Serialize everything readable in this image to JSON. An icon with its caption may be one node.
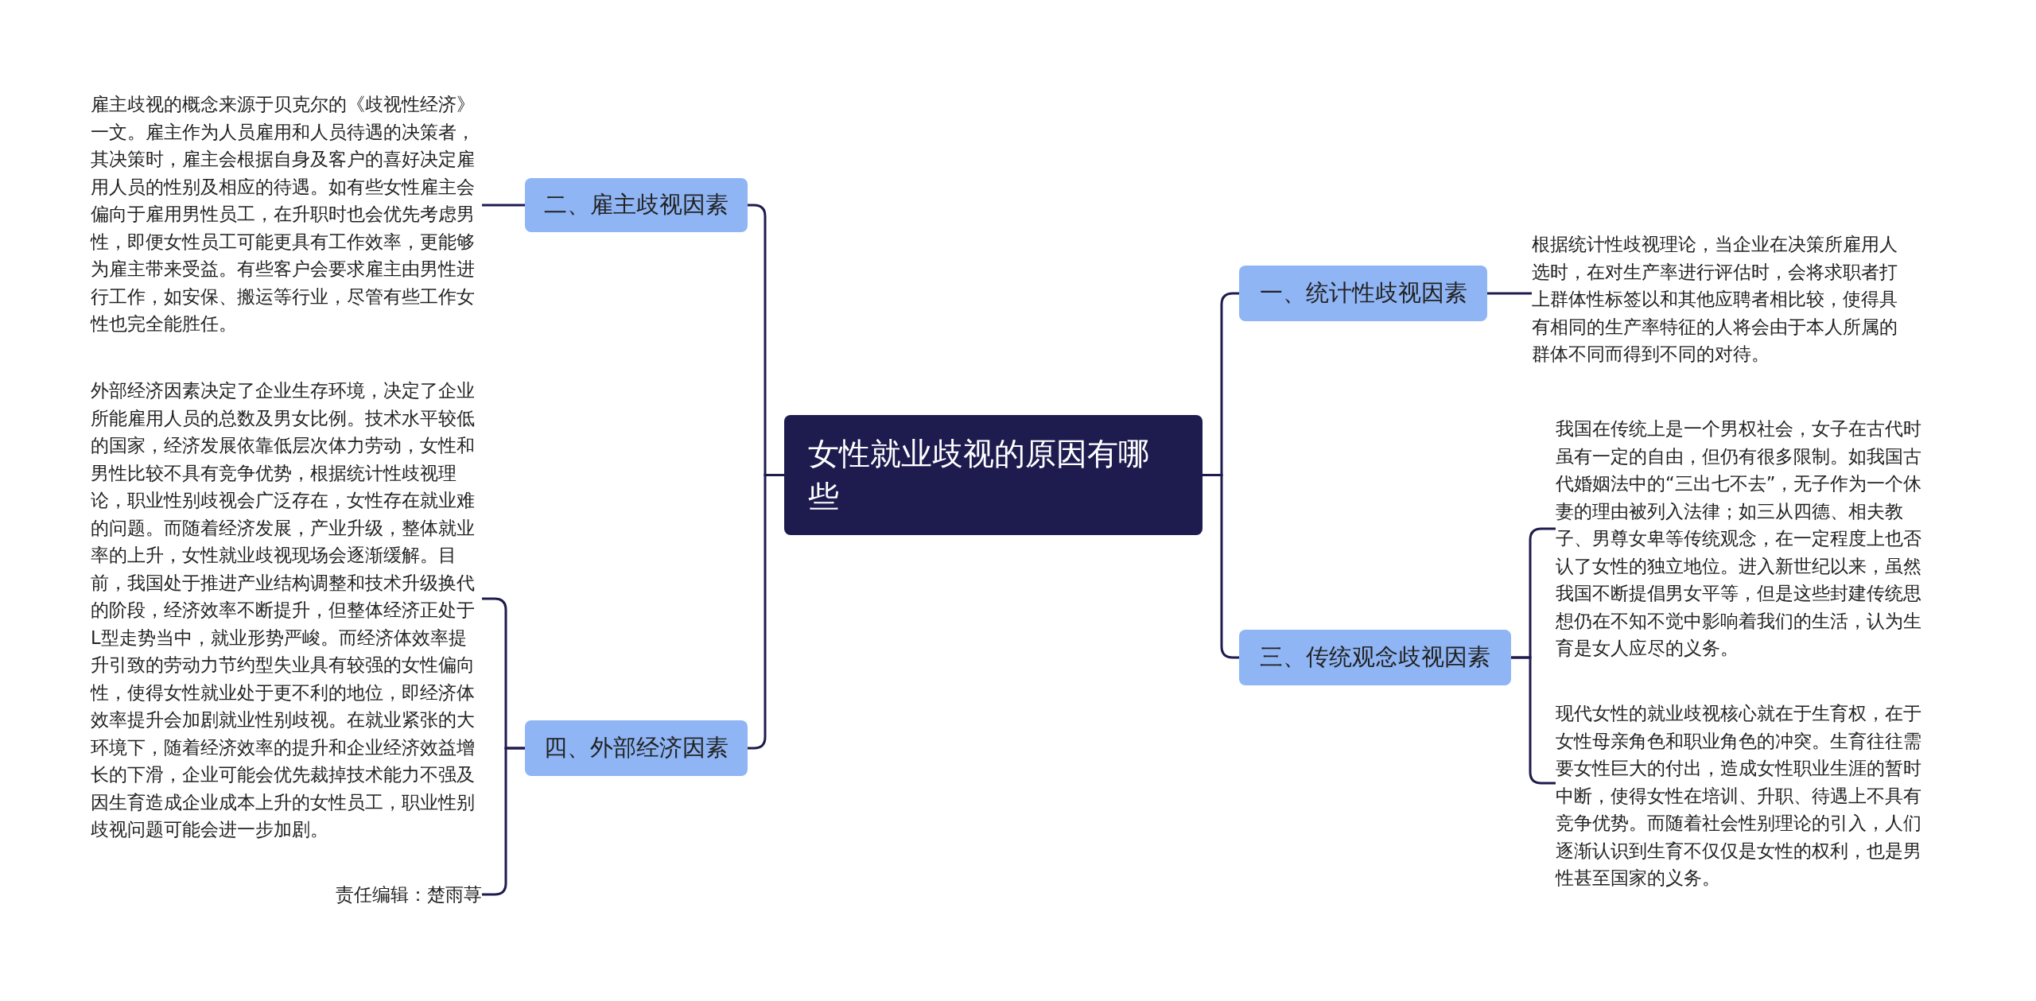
{
  "diagram": {
    "nodes": [
      {
        "text": [
          "女性就业歧视的原因有哪些"
        ]
      },
      {
        "text": [
          "二、雇主歧视因素"
        ]
      },
      {
        "text": [
          "雇主歧视的概念来源于贝克尔的《歧视性经济》一文。雇主作为人员雇用和人员待遇的决策者，其决策时，雇主会根据自身及客户的喜好决定雇用人员的性别及相应的待遇。如有些女性雇主会偏向于雇用男性员工，在升职时也会优先考虑男性，即便女性员工可能更具有工作效率，更能够为雇主带来受益。有些客户会要求雇主由男性进行工作，如安保、搬运等行业，尽管有些工作女性也完全能胜任。"
        ]
      },
      {
        "text": [
          "四、外部经济因素"
        ]
      },
      {
        "text": [
          "外部经济因素决定了企业生存环境，决定了企业所能雇用人员的总数及男女比例。技术水平较低的国家，经济发展依靠低层次体力劳动，女性和男性比较不具有竞争优势，根据统计性歧视理论，职业性别歧视会广泛存在，女性存在就业难的问题。而随着经济发展，产业升级，整体就业率的上升，女性就业歧视现场会逐渐缓解。目前，我国处于推进产业结构调整和技术升级换代的阶段，经济效率不断提升，但整体经济正处于L型走势当中，就业形势严峻。而经济体效率提升引致的劳动力节约型失业具有较强的女性偏向性，使得女性就业处于更不利的地位，即经济体效率提升会加剧就业性别歧视。在就业紧张的大环境下，随着经济效率的提升和企业经济效益增长的下滑，企业可能会优先裁掉技术能力不强及因生育造成企业成本上升的女性员工，职业性别歧视问题可能会进一步加剧。"
        ]
      },
      {
        "text": [
          "责任编辑：楚雨荨"
        ]
      },
      {
        "text": [
          "一、统计性歧视因素"
        ]
      },
      {
        "text": [
          "根据统计性歧视理论，当企业在决策所雇用人选时，在对生产率进行评估时，会将求职者打上群体性标签以和其他应聘者相比较，使得具有相同的生产率特征的人将会由于本人所属的群体不同而得到不同的对待。"
        ]
      },
      {
        "text": [
          "三、传统观念歧视因素"
        ]
      },
      {
        "text": [
          "我国在传统上是一个男权社会，女子在古代时虽有一定的自由，但仍有很多限制。如我国古代婚姻法中的“三出七不去”，无子作为一个休妻的理由被列入法律；如三从四德、相夫教子、男尊女卑等传统观念，在一定程度上也否认了女性的独立地位。进入新世纪以来，虽然我国不断提倡男女平等，但是这些封建传统思想仍在不知不觉中影响着我们的生活，认为生育是女人应尽的义务。"
        ]
      },
      {
        "text": [
          "现代女性的就业歧视核心就在于生育权，在于女性母亲角色和职业角色的冲突。生育往往需要女性巨大的付出，造成女性职业生涯的暂时中断，使得女性在培训、升职、待遇上不具有竞争优势。而随着社会性别理论的引入，人们逐渐认识到生育不仅仅是女性的权利，也是男性甚至国家的义务。"
        ]
      }
    ],
    "edges": [
      {
        "from": 0,
        "to": 1,
        "arrow": "none"
      },
      {
        "from": 0,
        "to": 3,
        "arrow": "none"
      },
      {
        "from": 0,
        "to": 6,
        "arrow": "none"
      },
      {
        "from": 0,
        "to": 8,
        "arrow": "none"
      },
      {
        "from": 1,
        "to": 2,
        "arrow": "none"
      },
      {
        "from": 3,
        "to": 4,
        "arrow": "none"
      },
      {
        "from": 3,
        "to": 5,
        "arrow": "none"
      },
      {
        "from": 6,
        "to": 7,
        "arrow": "none"
      },
      {
        "from": 8,
        "to": 9,
        "arrow": "none"
      },
      {
        "from": 8,
        "to": 10,
        "arrow": "none"
      }
    ]
  }
}
